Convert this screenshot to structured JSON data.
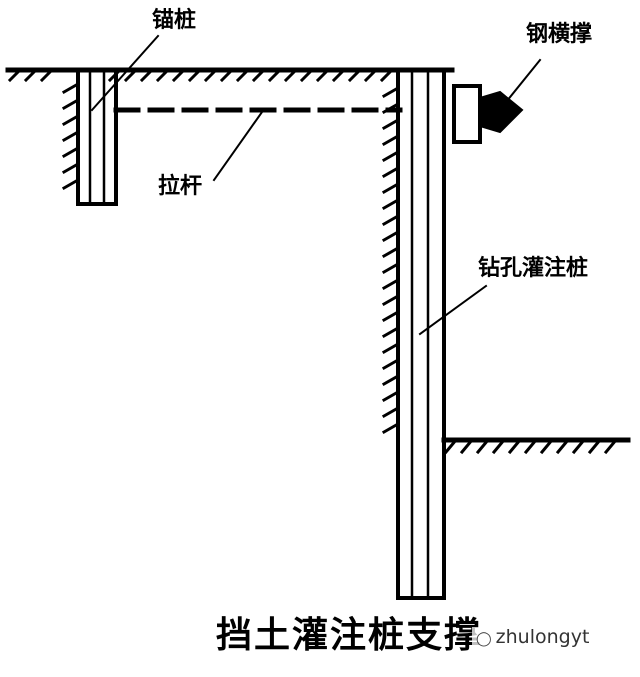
{
  "labels": {
    "anchor_pile": "锚桩",
    "steel_strut": "钢横撑",
    "tie_rod": "拉杆",
    "bored_pile": "钻孔灌注桩"
  },
  "title": "挡土灌注桩支撑",
  "watermark": "zhulongyt",
  "watermark_icon": "chat-bubble-icon",
  "colors": {
    "line": "#000000",
    "background": "#ffffff"
  }
}
